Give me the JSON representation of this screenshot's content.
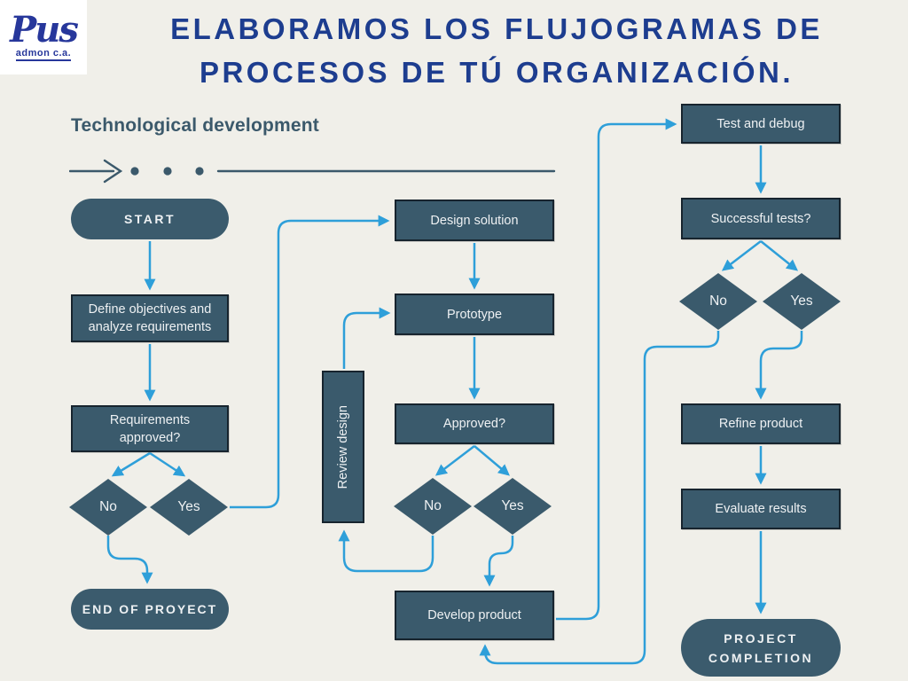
{
  "header": {
    "logo_brand": "Pus",
    "logo_sub": "admon c.a.",
    "title_line1": "ELABORAMOS LOS FLUJOGRAMAS DE",
    "title_line2": "PROCESOS DE TÚ ORGANIZACIÓN.",
    "title_color": "#1d3d8f"
  },
  "section": {
    "heading": "Technological development"
  },
  "colors": {
    "background": "#f0efe9",
    "node_fill": "#3a5a6c",
    "node_border": "#17242e",
    "connector_blue": "#2e9fd9",
    "accent_teal": "#3b596b",
    "node_text": "#eef1f3"
  },
  "flowchart": {
    "nodes": {
      "start": "START",
      "define": "Define objectives and analyze requirements",
      "req_approved": "Requirements approved?",
      "no1": "No",
      "yes1": "Yes",
      "end": "END OF PROYECT",
      "design": "Design solution",
      "prototype": "Prototype",
      "review": "Review design",
      "approved": "Approved?",
      "no2": "No",
      "yes2": "Yes",
      "develop": "Develop product",
      "test": "Test and debug",
      "successful": "Successful tests?",
      "no3": "No",
      "yes3": "Yes",
      "refine": "Refine product",
      "evaluate": "Evaluate results",
      "completion": "PROJECT COMPLETION"
    }
  }
}
